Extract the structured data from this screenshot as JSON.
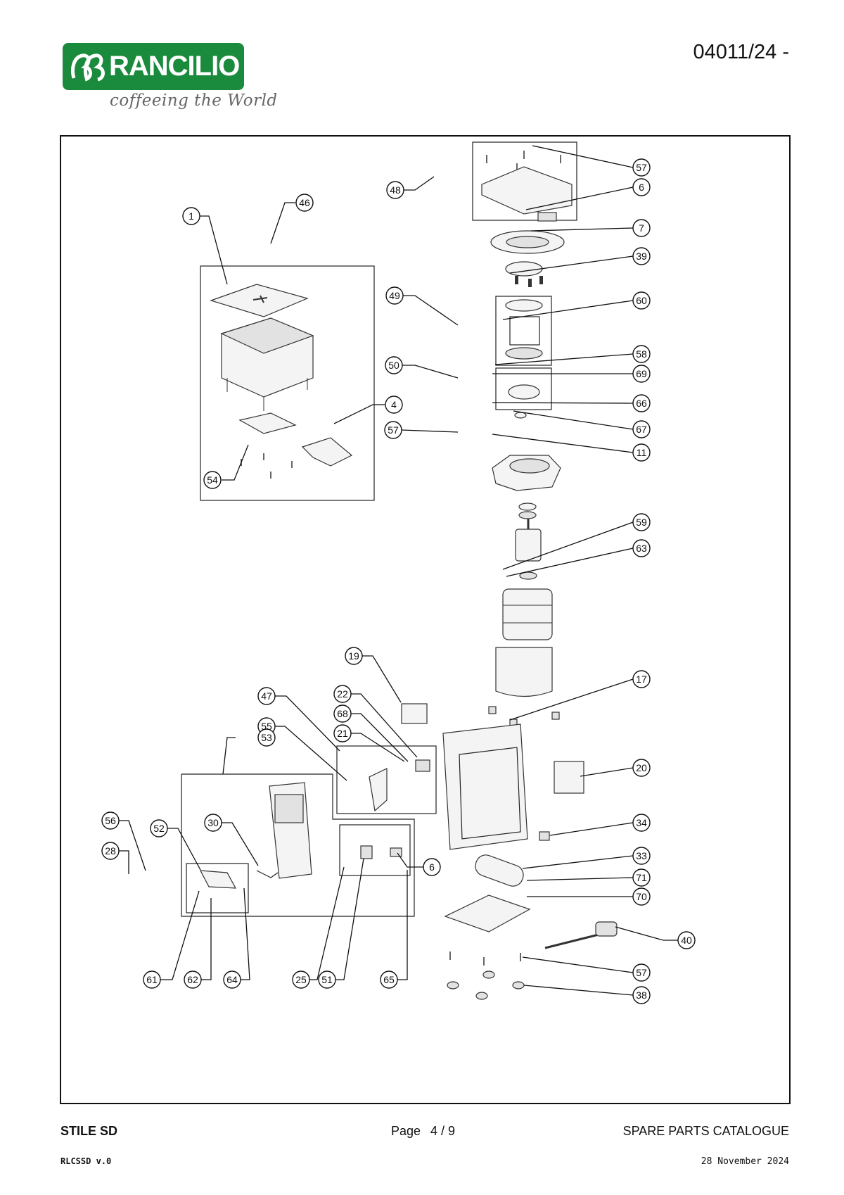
{
  "header": {
    "brand": "RANCILIO",
    "tagline": "coffeeing the World",
    "doc_code": "04011/24 -"
  },
  "footer": {
    "model": "STILE SD",
    "page_label": "Page",
    "page_number": "4 / 9",
    "catalogue": "SPARE PARTS CATALOGUE",
    "revision": "RLCSSD v.0",
    "date": "28 November 2024"
  },
  "diagram": {
    "callouts": [
      "1",
      "46",
      "54",
      "4",
      "57",
      "6",
      "7",
      "39",
      "48",
      "49",
      "60",
      "50",
      "58",
      "69",
      "66",
      "67",
      "57",
      "11",
      "59",
      "63",
      "17",
      "19",
      "47",
      "22",
      "68",
      "21",
      "55",
      "53",
      "20",
      "34",
      "33",
      "71",
      "70",
      "40",
      "57",
      "38",
      "56",
      "28",
      "52",
      "30",
      "6",
      "61",
      "62",
      "64",
      "25",
      "51",
      "65"
    ]
  }
}
